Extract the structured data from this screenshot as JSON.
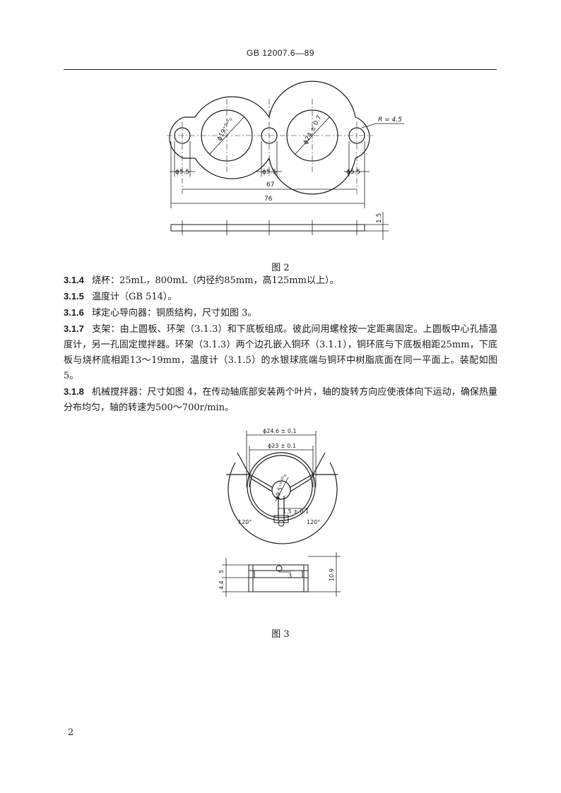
{
  "header": {
    "standard_code": "GB 12007.6—89"
  },
  "figure2": {
    "caption": "图 2",
    "labels": {
      "radius": "R = 4.5",
      "dia_left": "ϕ19⁺⁰·³₀",
      "dia_right": "ϕ24 ± 0.7",
      "hole_left": "ϕ5.5",
      "hole_mid": "ϕ5.5",
      "hole_right": "ϕ5.5",
      "dim_inner": "67",
      "dim_outer": "76",
      "thickness": "1.5"
    }
  },
  "clauses": [
    {
      "number": "3.1.4",
      "text": "烧杯：25mL，800mL（内径约85mm，高125mm以上）。"
    },
    {
      "number": "3.1.5",
      "text": "温度计（GB 514）。"
    },
    {
      "number": "3.1.6",
      "text": "球定心导向器：铜质结构，尺寸如图 3。"
    },
    {
      "number": "3.1.7",
      "text": "支架：由上圆板、环架（3.1.3）和下底板组成。彼此间用螺栓按一定距离固定。上圆板中心孔插温度计，另一孔固定搅拌器。环架（3.1.3）两个边孔嵌入铜环（3.1.1），铜环底与下底板相距25mm，下底板与烧杯底相距13～19mm，温度计（3.1.5）的水银球底端与铜环中树脂底面在同一平面上。装配如图 5。"
    },
    {
      "number": "3.1.8",
      "text": "机械搅拌器：尺寸如图 4，在传动轴底部安装两个叶片，轴的旋转方向应使液体向下运动，确保热量分布均匀，轴的转速为500～700r/min。"
    }
  ],
  "figure3": {
    "caption": "图 3",
    "labels": {
      "outer_dia": "ϕ24.6 ± 0.1",
      "inner_dia": "ϕ23 ± 0.1",
      "ball_dia": "ϕ9.5⁺⁰·⁰⁵₀",
      "slot_width": "1.5 ± 0.1",
      "angle_left": "120°",
      "angle_right": "120°",
      "height_upper": "5",
      "height_lower": "4.4",
      "height_total": "10.9",
      "slot_depth": "3"
    }
  },
  "page_number": "2"
}
